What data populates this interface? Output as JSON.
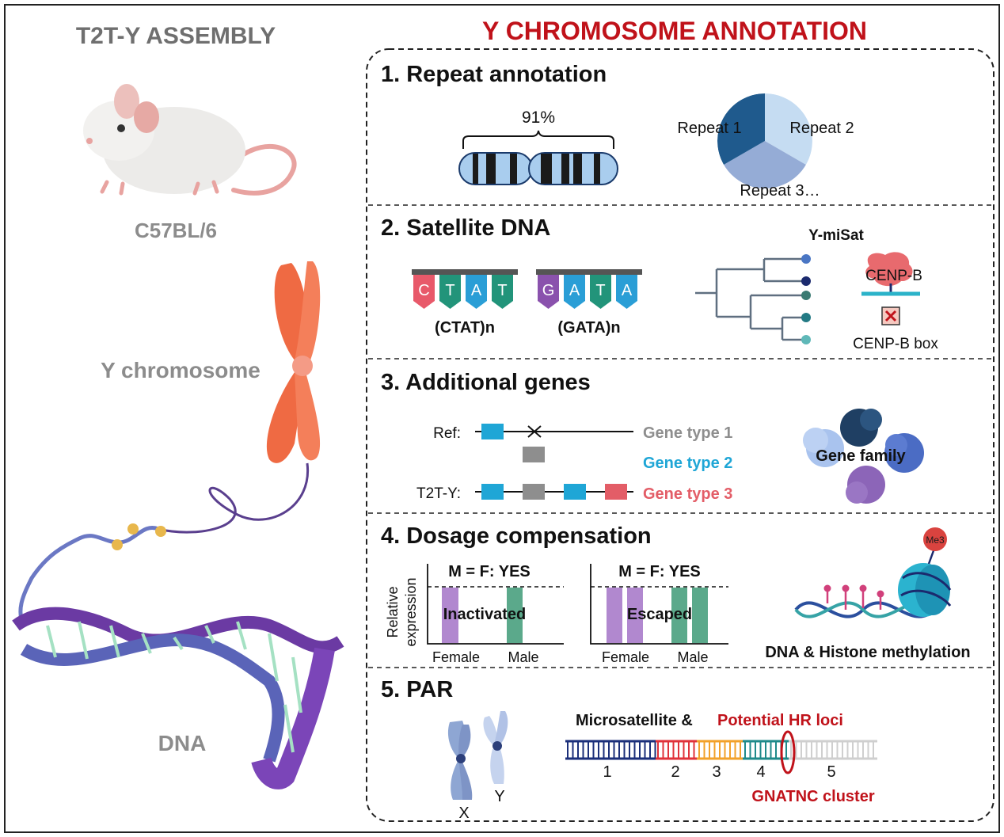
{
  "left_panel": {
    "title": "T2T-Y ASSEMBLY",
    "strain": "C57BL/6",
    "chromosome_label": "Y chromosome",
    "dna_label": "DNA"
  },
  "right_panel": {
    "title": "Y CHROMOSOME ANNOTATION",
    "sections": {
      "repeat": {
        "heading": "1. Repeat annotation",
        "percent": "91%",
        "pie_labels": [
          "Repeat 1",
          "Repeat 2",
          "Repeat 3…"
        ],
        "pie_colors": [
          "#c5dcf2",
          "#95acd6",
          "#1f5a8d"
        ]
      },
      "satellite": {
        "heading": "2. Satellite DNA",
        "seq1_letters": [
          "C",
          "T",
          "A",
          "T"
        ],
        "seq1_label": "(CTAT)n",
        "seq2_letters": [
          "G",
          "A",
          "T",
          "A"
        ],
        "seq2_label": "(GATA)n",
        "tree_title": "Y-miSat",
        "cenpb_label": "CENP-B",
        "cenpb_box_label": "CENP-B box"
      },
      "genes": {
        "heading": "3. Additional genes",
        "ref_label": "Ref:",
        "t2t_label": "T2T-Y:",
        "gene_types": [
          "Gene type 1",
          "Gene type 2",
          "Gene type 3"
        ],
        "gene_colors": [
          "#8e8e8e",
          "#1fa6d6",
          "#e35d67"
        ],
        "family_label": "Gene family"
      },
      "dosage": {
        "heading": "4. Dosage compensation",
        "plot_title_1": "M = F: YES",
        "plot_title_2": "M = F: YES",
        "ylabel_line1": "Relative",
        "ylabel_line2": "expression",
        "plot1_text": "Inactivated",
        "plot2_text": "Escaped",
        "female_label": "Female",
        "male_label": "Male",
        "methyl_badge": "Me3",
        "methyl_label": "DNA & Histone methylation"
      },
      "par": {
        "heading": "5. PAR",
        "x_label": "X",
        "y_label": "Y",
        "micro_label": "Microsatellite &",
        "hr_label": "Potential HR loci",
        "segments": [
          "1",
          "2",
          "3",
          "4",
          "5"
        ],
        "cluster_label": "GNATNC cluster"
      }
    }
  }
}
